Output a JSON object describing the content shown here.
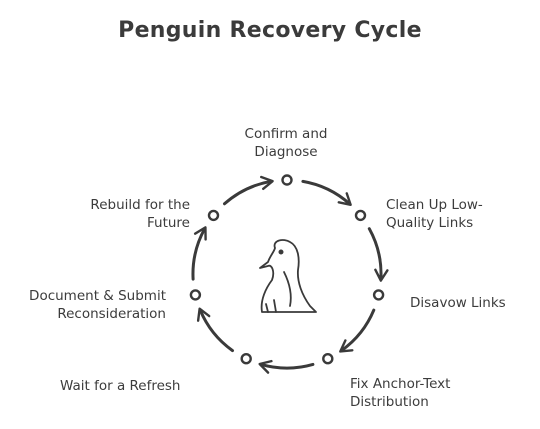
{
  "title": "Penguin Recovery Cycle",
  "center_icon": "penguin-icon",
  "stroke_color": "#3a3a3a",
  "steps": [
    {
      "label": "Confirm and\nDiagnose"
    },
    {
      "label": "Clean Up Low-\nQuality Links"
    },
    {
      "label": "Disavow Links"
    },
    {
      "label": "Fix Anchor-Text\nDistribution"
    },
    {
      "label": "Wait for a Refresh"
    },
    {
      "label": "Document & Submit\nReconsideration"
    },
    {
      "label": "Rebuild for the\nFuture"
    }
  ]
}
